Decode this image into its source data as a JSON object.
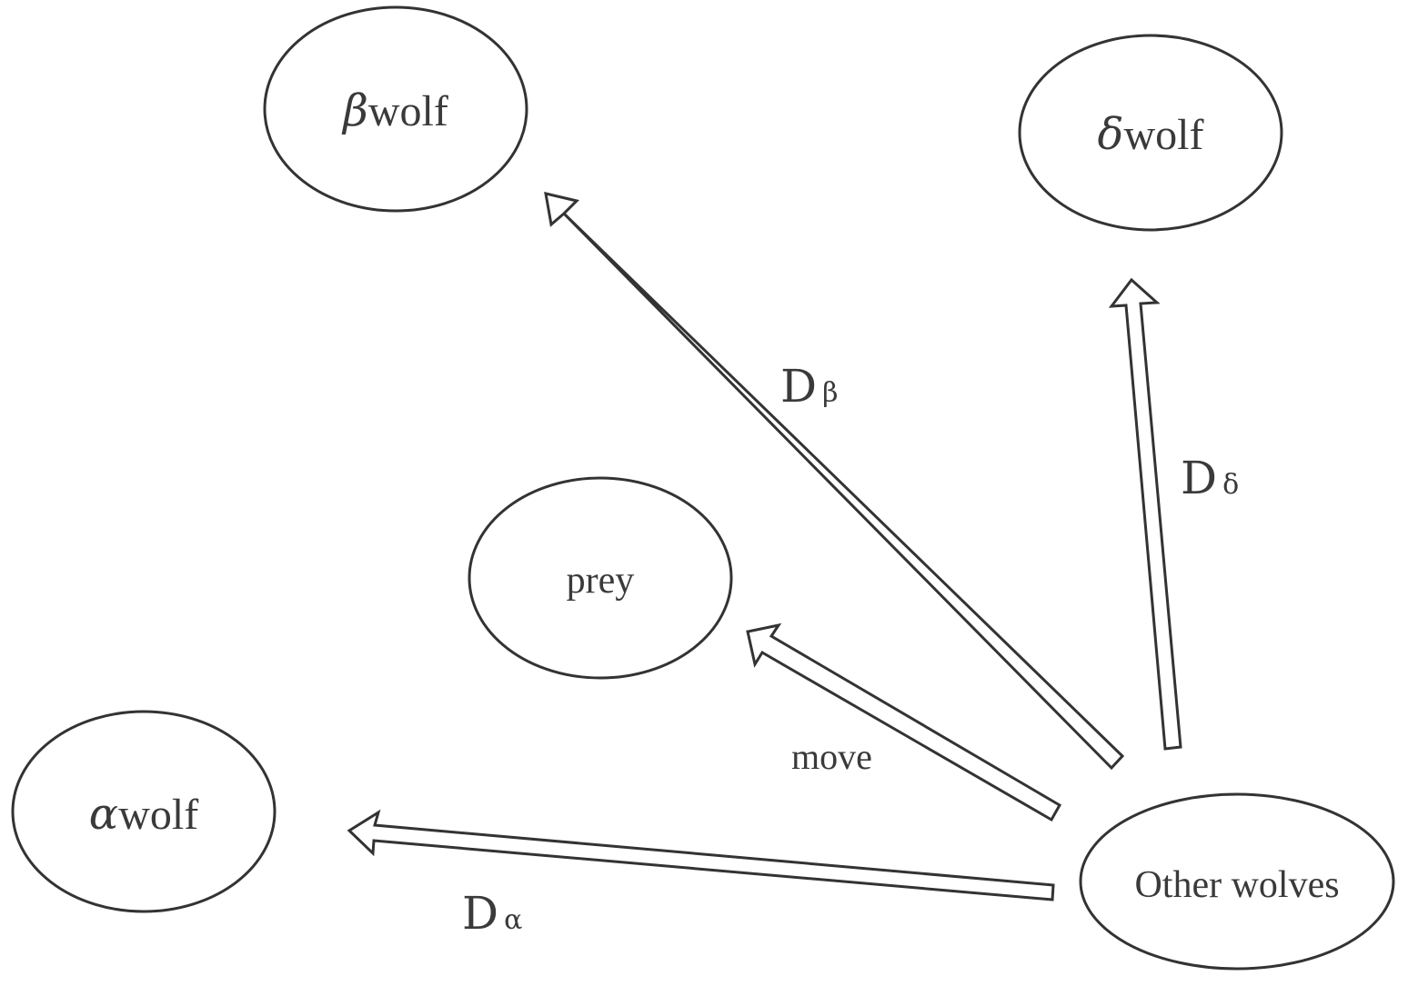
{
  "nodes": {
    "beta": {
      "symbol": "β",
      "text": "wolf"
    },
    "delta": {
      "symbol": "δ",
      "text": "wolf"
    },
    "prey": {
      "text": "prey"
    },
    "alpha": {
      "symbol": "α",
      "text": "wolf"
    },
    "other": {
      "text": "Other wolves"
    }
  },
  "edges": {
    "to_beta": {
      "symbol": "D",
      "subscript": "β"
    },
    "to_delta": {
      "symbol": "D",
      "subscript": "δ"
    },
    "to_prey": {
      "text": "move"
    },
    "to_alpha": {
      "symbol": "D",
      "subscript": "α"
    }
  },
  "colors": {
    "stroke": "#333333",
    "text": "#3a3a3a",
    "background": "#ffffff"
  }
}
